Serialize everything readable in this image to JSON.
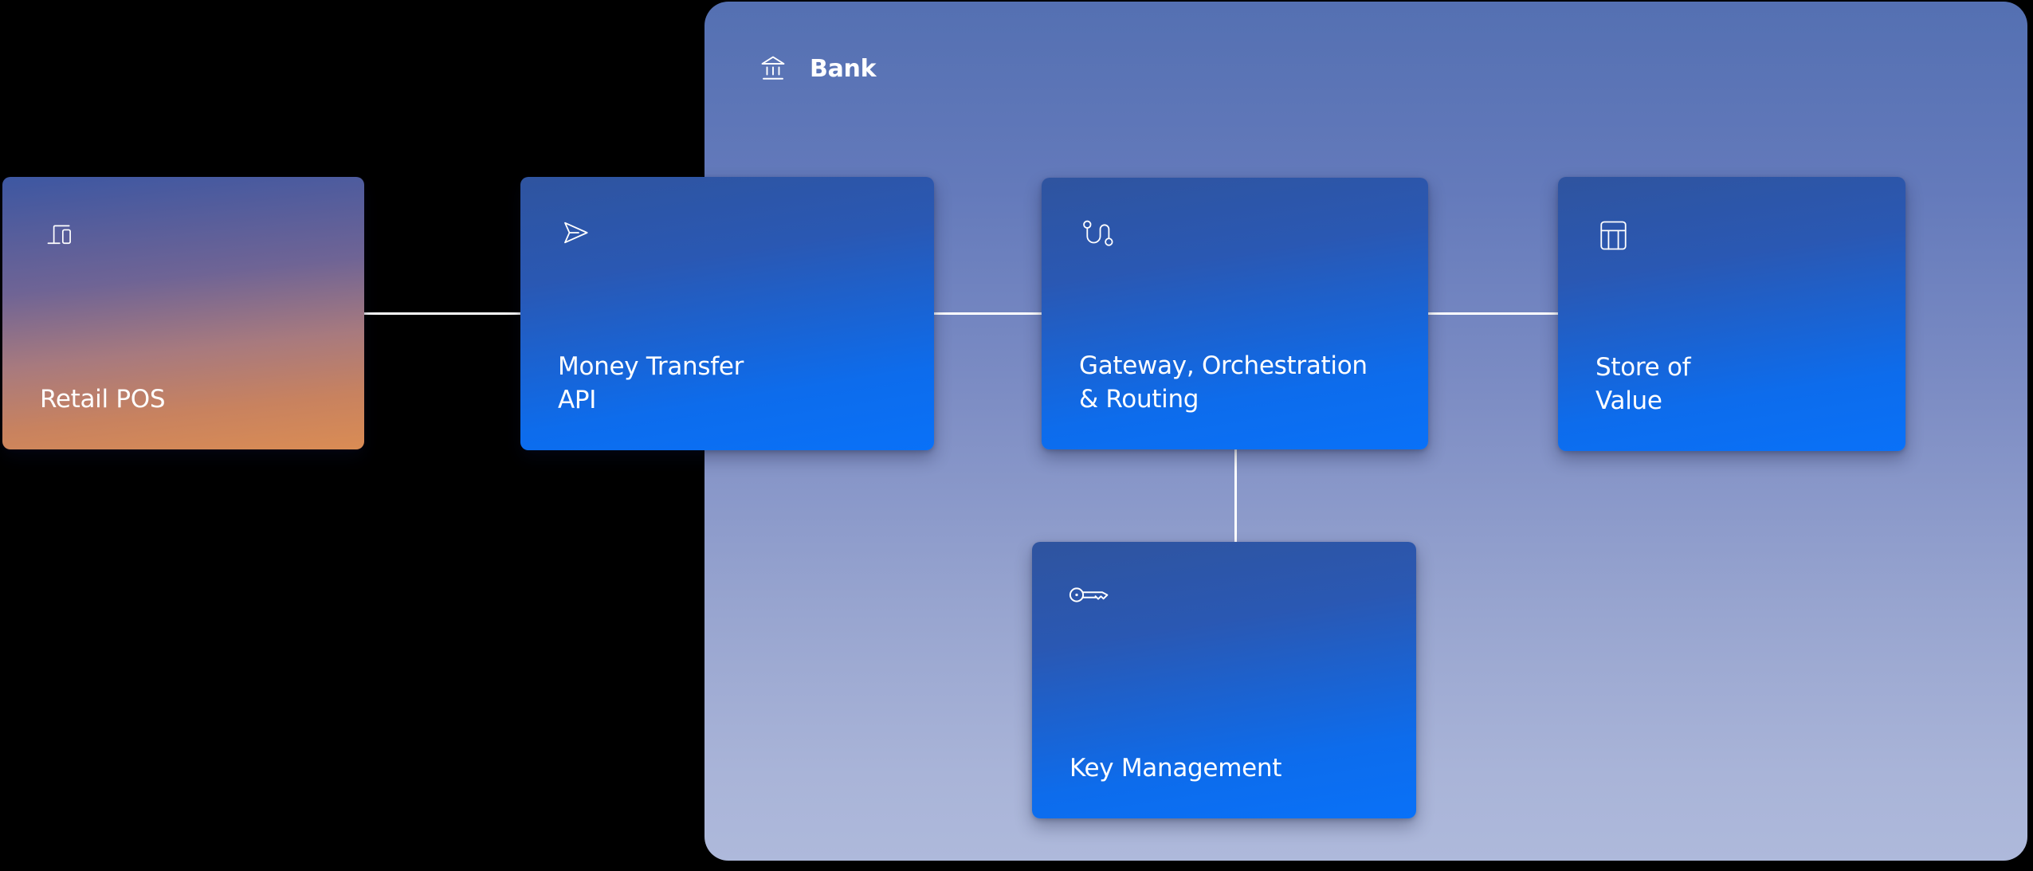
{
  "title": "Bank payments architecture diagram",
  "colors": {
    "background": "#000000",
    "connector": "#ffffff",
    "text": "#ffffff",
    "node_blue_top": "#2f549f",
    "node_blue_bottom": "#0971f8",
    "retail_gradient_top": "#3d57a2",
    "retail_gradient_bottom": "#da8c54",
    "bank_gradient_top": "#5470b2",
    "bank_gradient_bottom": "#aeb9db"
  },
  "bank": {
    "label": "Bank",
    "icon": "bank-landmark-icon"
  },
  "nodes": {
    "retail_pos": {
      "icon": "pos-devices-icon",
      "lines": [
        "Retail POS"
      ]
    },
    "money_transfer_api": {
      "icon": "send-icon",
      "lines": [
        "Money Transfer",
        "API"
      ]
    },
    "gateway": {
      "icon": "route-icon",
      "lines": [
        "Gateway, Orchestration",
        "& Routing"
      ]
    },
    "store_of_value": {
      "icon": "table-icon",
      "lines": [
        "Store of",
        "Value"
      ]
    },
    "key_management": {
      "icon": "key-icon",
      "lines": [
        "Key Management"
      ]
    }
  },
  "connections": [
    {
      "from": "retail_pos",
      "to": "money_transfer_api"
    },
    {
      "from": "money_transfer_api",
      "to": "gateway"
    },
    {
      "from": "gateway",
      "to": "store_of_value"
    },
    {
      "from": "gateway",
      "to": "key_management"
    }
  ]
}
